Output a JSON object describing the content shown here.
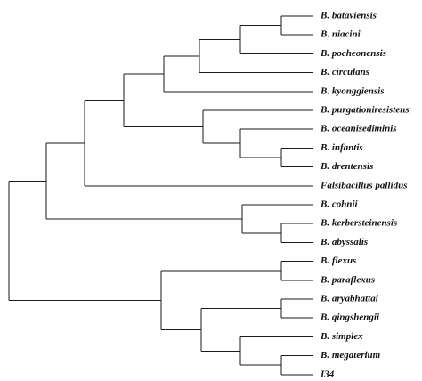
{
  "tree": {
    "line_color": "#1a1a1a",
    "label_color": "#111111",
    "leaves": [
      {
        "id": "bataviensis",
        "label": "B. bataviensis"
      },
      {
        "id": "niacini",
        "label": "B. niacini"
      },
      {
        "id": "pocheonensis",
        "label": "B. pocheonensis"
      },
      {
        "id": "circulans",
        "label": "B. circulans"
      },
      {
        "id": "kyonggiensis",
        "label": "B. kyonggiensis"
      },
      {
        "id": "purgationiresistens",
        "label": "B. purgationiresistens"
      },
      {
        "id": "oceanisediminis",
        "label": "B. oceanisediminis"
      },
      {
        "id": "infantis",
        "label": "B. infantis"
      },
      {
        "id": "drentensis",
        "label": "B. drentensis"
      },
      {
        "id": "falsibacillus-pallidus",
        "label": "Falsibacillus pallidus"
      },
      {
        "id": "cohnii",
        "label": "B. cohnii"
      },
      {
        "id": "kerbersteinensis",
        "label": "B. kerbersteinensis"
      },
      {
        "id": "abyssalis",
        "label": "B. abyssalis"
      },
      {
        "id": "flexus",
        "label": "B. flexus"
      },
      {
        "id": "paraflexus",
        "label": "B. paraflexus"
      },
      {
        "id": "aryabhattai",
        "label": "B. aryabhattai"
      },
      {
        "id": "qingshengii",
        "label": "B. qingshengii"
      },
      {
        "id": "simplex",
        "label": "B. simplex"
      },
      {
        "id": "megaterium",
        "label": "B. megaterium"
      },
      {
        "id": "i34",
        "label": "I34"
      }
    ],
    "topology": [
      [
        [
          [
            [
              [
                [
                  "bataviensis",
                  "niacini"
                ],
                "pocheonensis"
              ],
              "circulans"
            ],
            "kyonggiensis"
          ],
          [
            "purgationiresistens",
            [
              "oceanisediminis",
              [
                "infantis",
                "drentensis"
              ]
            ]
          ]
        ],
        "falsibacillus-pallidus"
      ],
      [
        "cohnii",
        [
          "kerbersteinensis",
          "abyssalis"
        ]
      ]
    ],
    "topology_b": [
      [
        "flexus",
        "paraflexus"
      ],
      [
        [
          "aryabhattai",
          "qingshengii"
        ],
        [
          "simplex",
          [
            "megaterium",
            "i34"
          ]
        ]
      ]
    ]
  }
}
